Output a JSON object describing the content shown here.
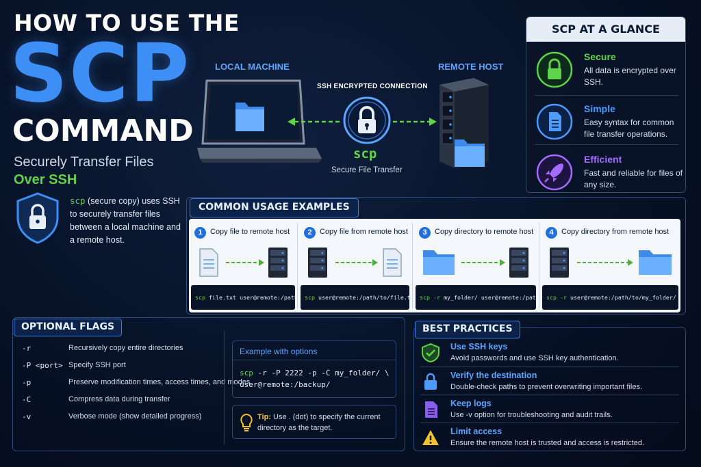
{
  "title": {
    "line1": "HOW TO USE THE",
    "line2": "SCP",
    "line3": "COMMAND",
    "subtitle1": "Securely Transfer Files",
    "subtitle2": "Over SSH"
  },
  "intro": {
    "keyword": "scp",
    "text": " (secure copy) uses SSH to securely transfer files between a local machine and a remote host."
  },
  "diagram": {
    "local_label": "LOCAL MACHINE",
    "remote_label": "REMOTE HOST",
    "connection_label": "SSH ENCRYPTED CONNECTION",
    "center_word": "scp",
    "center_sub": "Secure File Transfer"
  },
  "glance": {
    "heading": "SCP AT A GLANCE",
    "items": [
      {
        "title": "Secure",
        "desc": "All data is encrypted over SSH.",
        "color": "#5fd44a",
        "icon": "lock-icon"
      },
      {
        "title": "Simple",
        "desc": "Easy syntax for common file transfer operations.",
        "color": "#4d9bff",
        "icon": "document-icon"
      },
      {
        "title": "Efficient",
        "desc": "Fast and reliable for files of any size.",
        "color": "#a46bff",
        "icon": "rocket-icon"
      }
    ]
  },
  "usage": {
    "heading": "COMMON USAGE EXAMPLES",
    "examples": [
      {
        "num": "1",
        "title": "Copy file to remote host",
        "cmd": "scp",
        "args": " file.txt user@remote:/path/to/"
      },
      {
        "num": "2",
        "title": "Copy file from remote host",
        "cmd": "scp",
        "args": " user@remote:/path/to/file.txt ."
      },
      {
        "num": "3",
        "title": "Copy directory to remote host",
        "cmd": "scp -r",
        "args": " my_folder/ user@remote:/path/to/"
      },
      {
        "num": "4",
        "title": "Copy directory from remote host",
        "cmd": "scp -r",
        "args": " user@remote:/path/to/my_folder/ ."
      }
    ]
  },
  "flags": {
    "heading": "OPTIONAL FLAGS",
    "rows": [
      {
        "flag": "-r",
        "desc": "Recursively copy entire directories"
      },
      {
        "flag": "-P <port>",
        "desc": "Specify SSH port"
      },
      {
        "flag": "-p",
        "desc": "Preserve modification times, access times, and modes"
      },
      {
        "flag": "-C",
        "desc": "Compress data during transfer"
      },
      {
        "flag": "-v",
        "desc": "Verbose mode (show detailed progress)"
      }
    ],
    "example_title": "Example with options",
    "example_cmd": "scp",
    "example_line1": " -r -P 2222 -p -C my_folder/ \\",
    "example_line2": "  user@remote:/backup/",
    "tip_label": "Tip:",
    "tip_text": " Use . (dot) to specify the current directory as the target."
  },
  "best_practices": {
    "heading": "BEST PRACTICES",
    "items": [
      {
        "title": "Use SSH keys",
        "desc": "Avoid passwords and use SSH key authentication."
      },
      {
        "title": "Verify the destination",
        "desc": "Double-check paths to prevent overwriting important files."
      },
      {
        "title": "Keep logs",
        "desc": "Use -v option for troubleshooting and audit trails."
      },
      {
        "title": "Limit access",
        "desc": "Ensure the remote host is trusted and access is restricted."
      }
    ]
  }
}
